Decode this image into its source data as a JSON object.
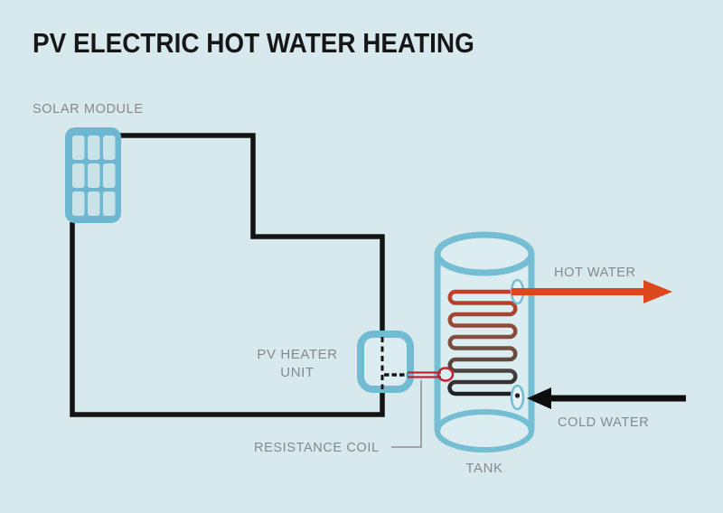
{
  "title": "PV ELECTRIC HOT WATER HEATING",
  "labels": {
    "solar_module": "SOLAR MODULE",
    "pv_heater_line1": "PV HEATER",
    "pv_heater_line2": "UNIT",
    "resistance_coil": "RESISTANCE COIL",
    "hot_water": "HOT WATER",
    "cold_water": "COLD WATER",
    "tank": "TANK"
  },
  "colors": {
    "background": "#d8e9ed",
    "blue_component": "#72bcd3",
    "panel_cell": "#c9e3e9",
    "tank_interior": "#dcedf1",
    "wire_black": "#141414",
    "hot_arrow_red": "#dc471c",
    "cold_arrow_black": "#0d0d0d",
    "resistance_wire_red": "#c32231",
    "coil_top_red": "#ca3a26",
    "coil_bottom_black": "#1c1c1e",
    "label_gray": "#85898c",
    "pointer_gray": "#a0a4a7"
  }
}
